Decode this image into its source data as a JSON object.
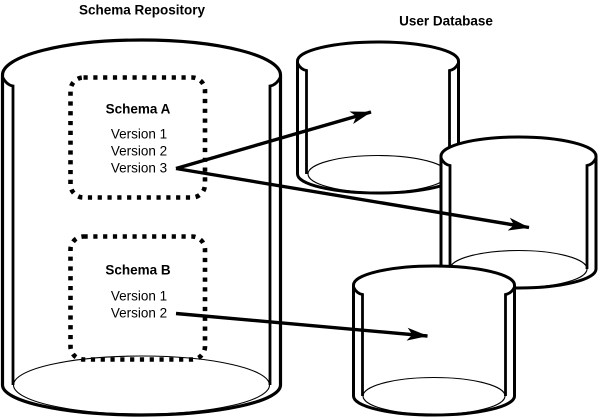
{
  "titles": {
    "repository": "Schema Repository",
    "user_database": "User Database"
  },
  "repository": {
    "schemas": [
      {
        "name": "Schema A",
        "versions": [
          "Version 1",
          "Version 2",
          "Version 3"
        ]
      },
      {
        "name": "Schema B",
        "versions": [
          "Version 1",
          "Version 2"
        ]
      }
    ]
  },
  "user_databases": [
    {
      "id": "user-db-1",
      "position": "top-right"
    },
    {
      "id": "user-db-2",
      "position": "middle-right"
    },
    {
      "id": "user-db-3",
      "position": "bottom-right"
    }
  ],
  "connections": [
    {
      "from": "Schema A / Version 3",
      "to": "user-db-1"
    },
    {
      "from": "Schema A / Version 3",
      "to": "user-db-2"
    },
    {
      "from": "Schema B / Version 2",
      "to": "user-db-3"
    }
  ],
  "colors": {
    "stroke": "#000000",
    "background": "#ffffff"
  }
}
